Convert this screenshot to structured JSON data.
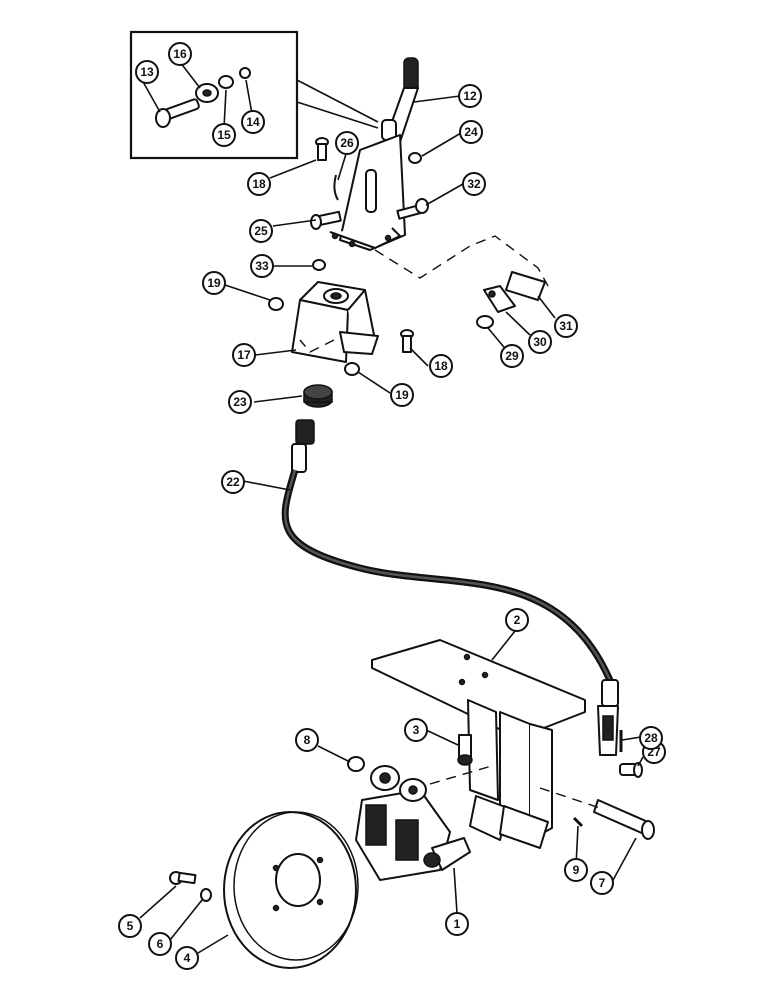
{
  "diagram": {
    "callouts": [
      {
        "label": "1"
      },
      {
        "label": "2"
      },
      {
        "label": "3"
      },
      {
        "label": "4"
      },
      {
        "label": "5"
      },
      {
        "label": "6"
      },
      {
        "label": "7"
      },
      {
        "label": "8"
      },
      {
        "label": "9"
      },
      {
        "label": "12"
      },
      {
        "label": "13"
      },
      {
        "label": "14"
      },
      {
        "label": "15"
      },
      {
        "label": "16"
      },
      {
        "label": "17"
      },
      {
        "label": "18"
      },
      {
        "label": "18"
      },
      {
        "label": "19"
      },
      {
        "label": "19"
      },
      {
        "label": "22"
      },
      {
        "label": "23"
      },
      {
        "label": "24"
      },
      {
        "label": "25"
      },
      {
        "label": "26"
      },
      {
        "label": "27"
      },
      {
        "label": "28"
      },
      {
        "label": "29"
      },
      {
        "label": "30"
      },
      {
        "label": "31"
      },
      {
        "label": "32"
      },
      {
        "label": "33"
      }
    ]
  }
}
